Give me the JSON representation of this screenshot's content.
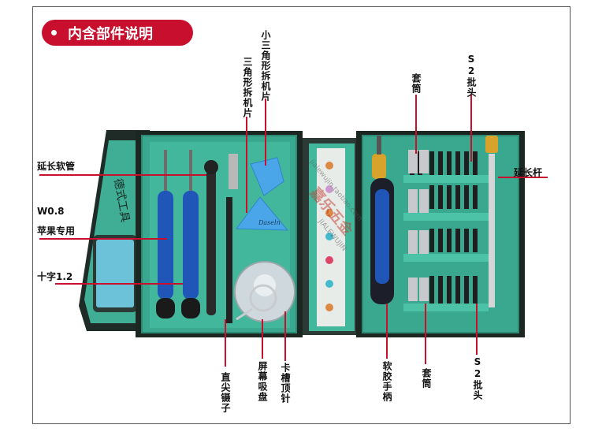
{
  "header": {
    "title": "内含部件说明"
  },
  "case_left_print": "德式工具",
  "logo_text": "Daseln",
  "watermark": {
    "cn": "嘉乐五金",
    "en": "JIALEWUJIN",
    "url": "jialewujin.taobao.com"
  },
  "labels": {
    "extension_hose": "延长软管",
    "w08_apple": "W0.8",
    "w08_apple_sub": "苹果专用",
    "cross": "十字1.2",
    "small_triangle": "小三角形拆机片",
    "triangle": "三角形拆机片",
    "sleeve_top": "套筒",
    "s2_bits_top": "S2批头",
    "extension_rod": "延长杆",
    "tweezers": "直尖镊子",
    "suction_cup": "屏幕吸盘",
    "sim_pin": "卡槽顶针",
    "soft_handle": "软胶手柄",
    "sleeve_bottom": "套筒",
    "s2_bits_bottom": "S2批头"
  },
  "colors": {
    "title_bg": "#c8102e",
    "case_green": "#3aa88e",
    "case_dark": "#1f2a25",
    "screwdriver_blue": "#1f56b8",
    "pry_blue": "#4aa6e8",
    "leader_red": "#c8102e"
  }
}
